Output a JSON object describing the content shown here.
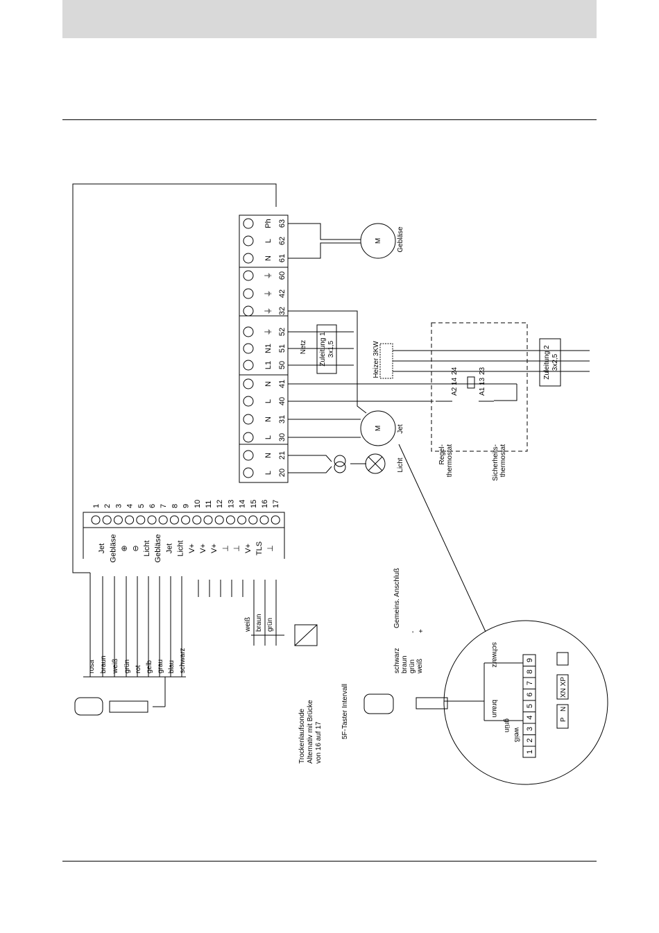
{
  "terminal_strip_top": {
    "labels": [
      "L",
      "N",
      "L",
      "N",
      "L",
      "N",
      "L1",
      "N1",
      "⏚",
      "⏚",
      "⏚",
      "⏚",
      "N",
      "L",
      "Ph"
    ],
    "numbers": [
      "20",
      "21",
      "30",
      "31",
      "40",
      "41",
      "50",
      "51",
      "52",
      "32",
      "42",
      "60",
      "61",
      "62",
      "63"
    ]
  },
  "terminal_strip_bottom": {
    "numbers": [
      "1",
      "2",
      "3",
      "4",
      "5",
      "6",
      "7",
      "8",
      "9",
      "10",
      "11",
      "12",
      "13",
      "14",
      "15",
      "16",
      "17"
    ],
    "labels": [
      "Jet",
      "Gebläse",
      "⊕",
      "⊖",
      "Licht",
      "Gebläse",
      "Jet",
      "Licht",
      "V+",
      "V+",
      "V+",
      "⊥",
      "⊥",
      "V+",
      "TLS",
      "⊥"
    ]
  },
  "cable_colors_left": [
    "rosa",
    "braun",
    "weiß",
    "grün",
    "rot",
    "gelb",
    "grau",
    "blau",
    "schwarz"
  ],
  "cable_colors_sensor": [
    "weiß",
    "braun",
    "grün"
  ],
  "labels": {
    "geblaese": "Gebläse",
    "jet": "Jet",
    "licht": "Licht",
    "heizer": "Heizer 3KW",
    "netz": "Netz",
    "zuleitung1_line1": "Zuleitung 1",
    "zuleitung1_line2": "3x1,5",
    "zuleitung2_line1": "Zuleitung 2",
    "zuleitung2_line2": "3x2,5",
    "regel_line1": "Regel-",
    "regel_line2": "thermostat",
    "sicher_line1": "Sicherheits-",
    "sicher_line2": "thermostat",
    "contacts_a2": "A2",
    "contacts_14": "14",
    "contacts_24": "24",
    "contacts_a1": "A1",
    "contacts_13": "13",
    "contacts_23": "23",
    "motor_m": "M",
    "trocken_line1": "Trockenlaufsonde",
    "trocken_line2": "Alternativ mit Brücke",
    "trocken_line3": "von 16 auf 17",
    "taster": "5F-Taster Intervall",
    "gemeins": "Gemeins. Anschluß",
    "detail_schwarz": "schwarz",
    "detail_braun": "braun",
    "detail_gruen": "grün",
    "detail_weiss": "weiß",
    "detail_P": "P",
    "detail_N": "N",
    "detail_XNP": "XN XP"
  },
  "taster_wires": [
    "schwarz",
    "braun",
    "grün",
    "weiß"
  ],
  "taster_signs": [
    "-",
    "+"
  ],
  "detail_terminals": [
    "1",
    "2",
    "3",
    "4",
    "5",
    "6",
    "7",
    "8",
    "9"
  ]
}
